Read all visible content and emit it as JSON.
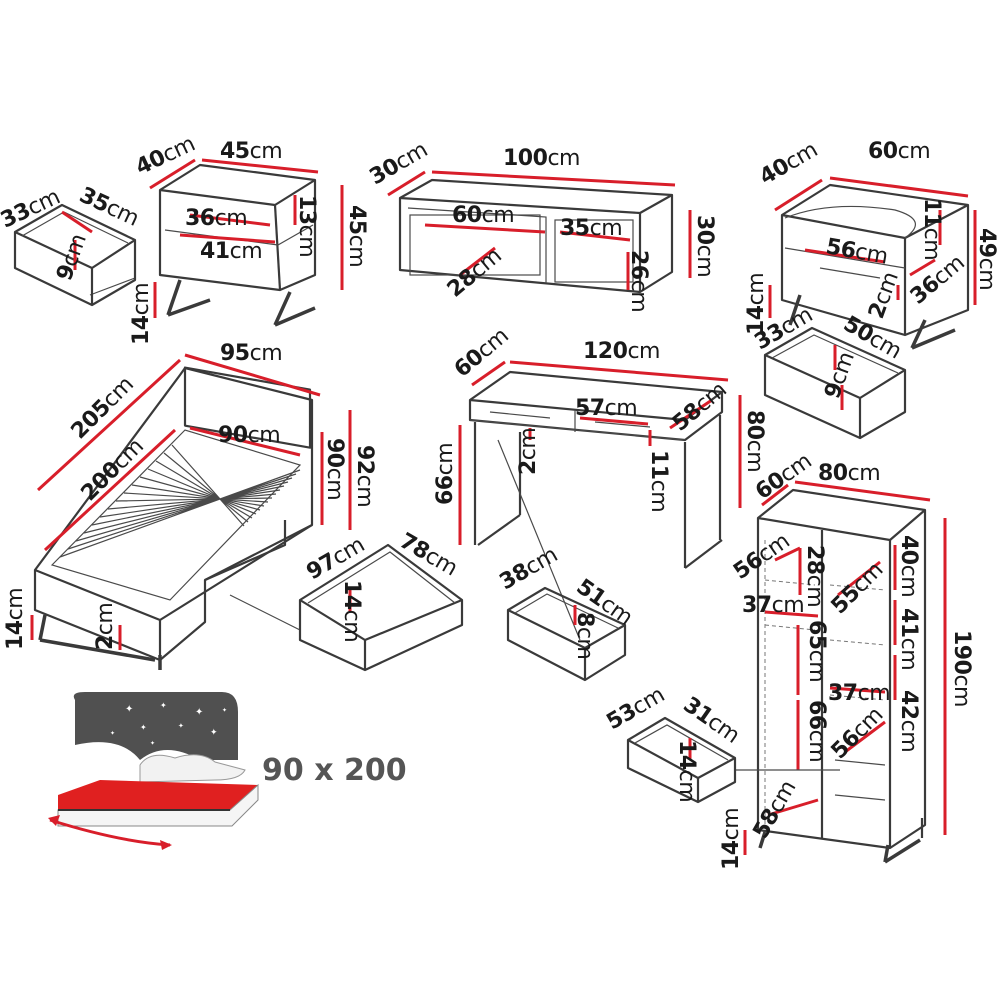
{
  "nightstand_a": {
    "height": "45",
    "width": "45",
    "depth": "40",
    "drawer_h": "13",
    "int_w": "36",
    "int_d": "41",
    "leg_h": "14",
    "unit": "cm"
  },
  "drawer_a": {
    "w": "35",
    "d": "33",
    "h": "9",
    "unit": "cm"
  },
  "tv_unit": {
    "width": "100",
    "depth": "30",
    "height": "30",
    "left_w": "60",
    "right_w": "35",
    "comp_d": "28",
    "comp_h": "26",
    "unit": "cm"
  },
  "nightstand_b": {
    "width": "60",
    "depth": "40",
    "height": "49",
    "drawer_h": "11",
    "int_w": "56",
    "int_d": "36",
    "gap": "2",
    "leg_h": "14",
    "unit": "cm"
  },
  "drawer_b": {
    "w": "50",
    "d": "33",
    "h": "9",
    "unit": "cm"
  },
  "bed": {
    "length": "205",
    "width": "95",
    "headboard_h": "92",
    "inner_h": "90",
    "inner_w": "90",
    "inner_l": "200",
    "leg_h": "14",
    "gap": "2",
    "unit": "cm"
  },
  "bed_drawer": {
    "w": "78",
    "d": "97",
    "h": "14",
    "unit": "cm"
  },
  "desk": {
    "width": "120",
    "depth": "60",
    "height": "80",
    "drawer_w": "57",
    "drawer_d": "58",
    "drawer_h": "11",
    "knee_h": "66",
    "gap": "2",
    "unit": "cm"
  },
  "desk_drawer": {
    "w": "51",
    "d": "38",
    "h": "8",
    "unit": "cm"
  },
  "wardrobe": {
    "width": "80",
    "depth": "60",
    "height": "190",
    "left_w": "56",
    "left_top": "28",
    "left_shelf_w": "37",
    "left_h": "65",
    "left_low": "66",
    "bottom_w": "58",
    "leg_h": "14",
    "right_w1": "55",
    "right_w2": "37",
    "right_w3": "56",
    "right_h1": "40",
    "right_h2": "41",
    "right_h3": "42",
    "unit": "cm"
  },
  "wardrobe_drawer": {
    "w": "31",
    "d": "53",
    "h": "14",
    "unit": "cm"
  },
  "mattress": {
    "size_label": "90 x 200"
  }
}
